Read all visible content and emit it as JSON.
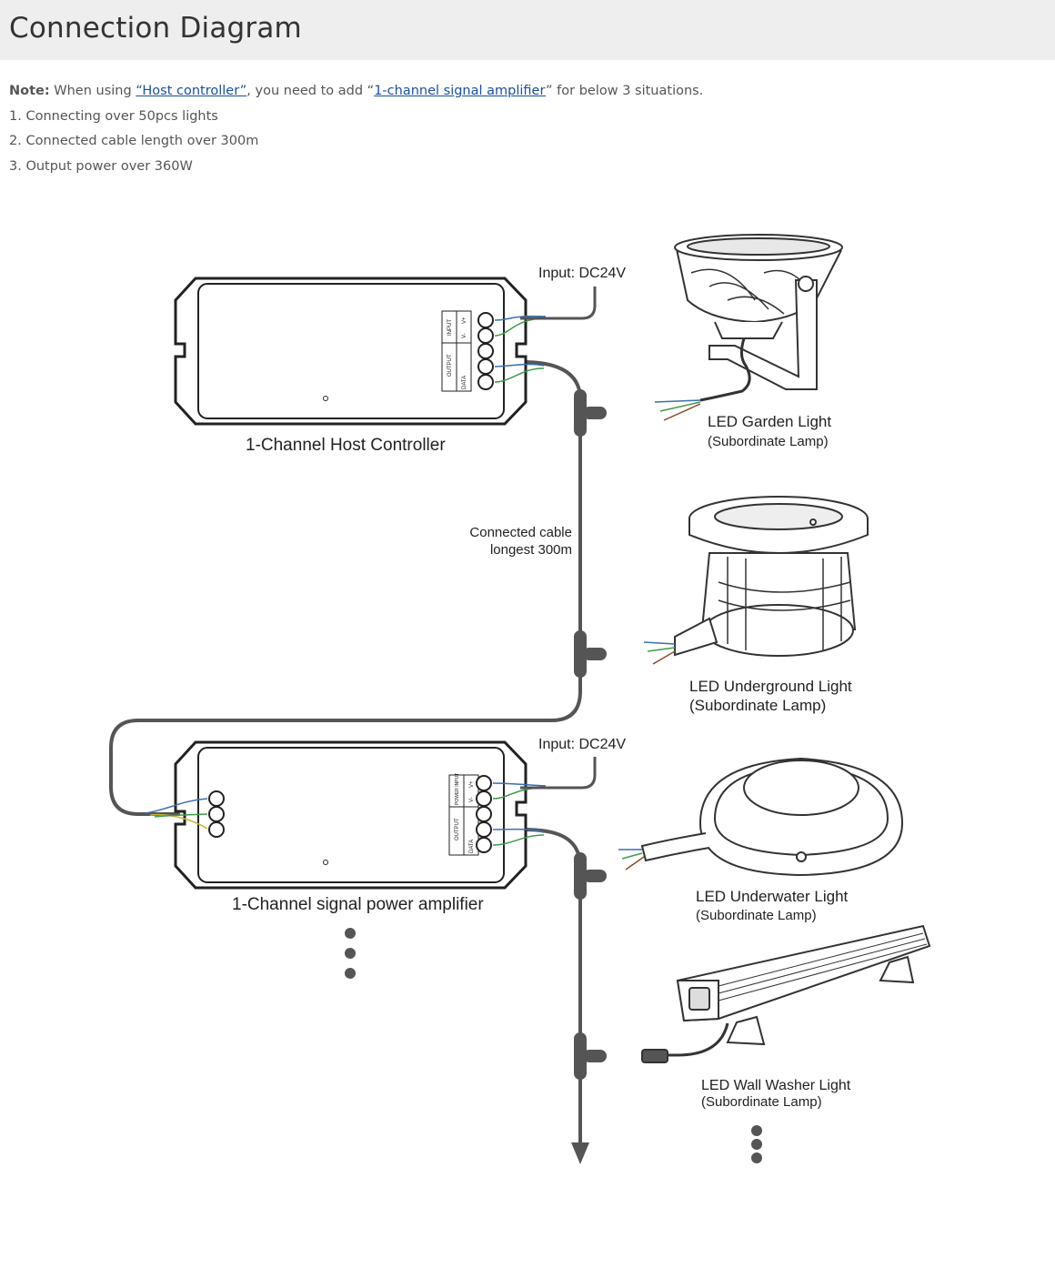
{
  "header": {
    "title": "Connection Diagram"
  },
  "note": {
    "label": "Note:",
    "text_1": " When using ",
    "link_host": "“Host controller”",
    "text_2": ", you need to add “",
    "link_amplifier": "1-channel signal amplifier",
    "text_3": "” for below 3 situations.",
    "items": [
      "1. Connecting over 50pcs lights",
      "2. Connected cable length over 300m",
      "3. Output power over 360W"
    ]
  },
  "diagram": {
    "host": {
      "label": "1-Channel Host Controller",
      "input": "Input: DC24V",
      "terminal_input": "INPUT",
      "terminal_output": "OUTPUT",
      "terminal_data": "DATA",
      "pin_vplus": "V+",
      "pin_vminus": "V-"
    },
    "amplifier": {
      "label": "1-Channel signal power amplifier",
      "input": "Input: DC24V",
      "terminal_power": "POWER INPUT",
      "terminal_output": "OUTPUT",
      "terminal_data": "DATA",
      "pin_vplus": "V+",
      "pin_vminus": "V-"
    },
    "cable": {
      "line1": "Connected cable",
      "line2": "longest 300m"
    },
    "lamps": {
      "garden": {
        "name": "LED Garden Light",
        "sub": "(Subordinate Lamp)"
      },
      "underground": {
        "name": "LED Underground Light",
        "sub": "(Subordinate Lamp)"
      },
      "underwater": {
        "name": "LED Underwater Light",
        "sub": "(Subordinate Lamp)"
      },
      "wallwasher": {
        "name": "LED Wall Washer Light",
        "sub": "(Subordinate Lamp)"
      }
    }
  },
  "colors": {
    "cable": "#555555",
    "wire_blue": "#3a6fb0",
    "wire_green": "#3f9a4a",
    "wire_brown": "#8a4b2a",
    "wire_yellow": "#c9b830",
    "link": "#1a4fa8"
  }
}
